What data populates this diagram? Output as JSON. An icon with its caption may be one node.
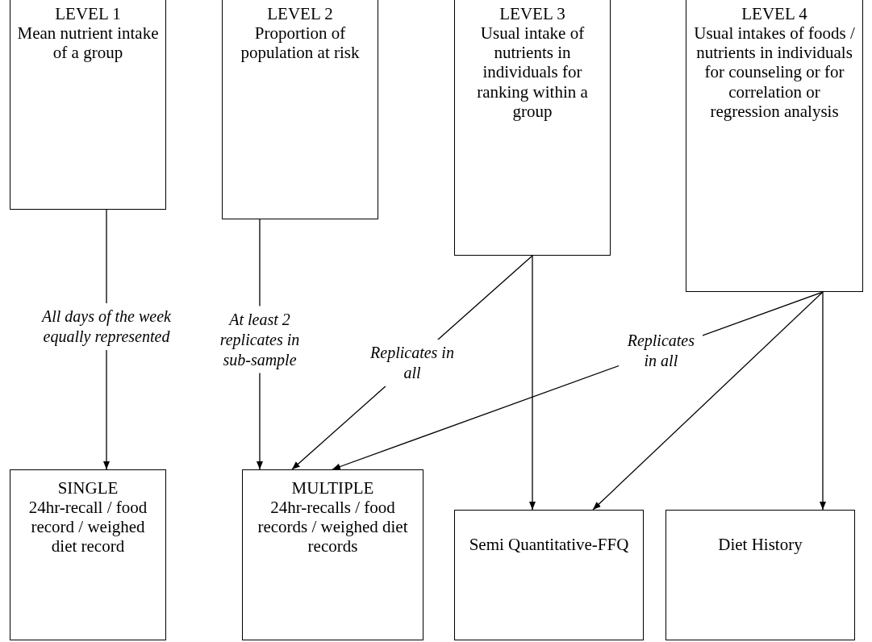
{
  "diagram": {
    "nodes": [
      {
        "text": [
          "LEVEL 1",
          "Mean nutrient intake of a group"
        ]
      },
      {
        "text": [
          "LEVEL 2",
          "Proportion of population at risk"
        ]
      },
      {
        "text": [
          "LEVEL 3",
          "Usual intake of nutrients in individuals for ranking within a group"
        ]
      },
      {
        "text": [
          "LEVEL 4",
          "Usual intakes of foods / nutrients in individuals for counseling or for correlation or regression analysis"
        ]
      },
      {
        "text": [
          "SINGLE",
          "24hr-recall / food record / weighed diet record"
        ]
      },
      {
        "text": [
          "MULTIPLE",
          "24hr-recalls / food records / weighed diet records"
        ]
      },
      {
        "text": [
          "Semi Quantitative-FFQ"
        ]
      },
      {
        "text": [
          "Diet History"
        ]
      }
    ],
    "edges": [
      {
        "from": 0,
        "to": 4,
        "arrow": "to",
        "label": "All days of the week equally represented"
      },
      {
        "from": 1,
        "to": 5,
        "arrow": "to",
        "label": "At least 2 replicates in sub-sample"
      },
      {
        "from": 2,
        "to": 5,
        "arrow": "to",
        "label": "Replicates in all"
      },
      {
        "from": 3,
        "to": 5,
        "arrow": "to",
        "label": "Replicates in all"
      },
      {
        "from": 2,
        "to": 6,
        "arrow": "to"
      },
      {
        "from": 3,
        "to": 6,
        "arrow": "to"
      },
      {
        "from": 3,
        "to": 7,
        "arrow": "to"
      }
    ]
  }
}
